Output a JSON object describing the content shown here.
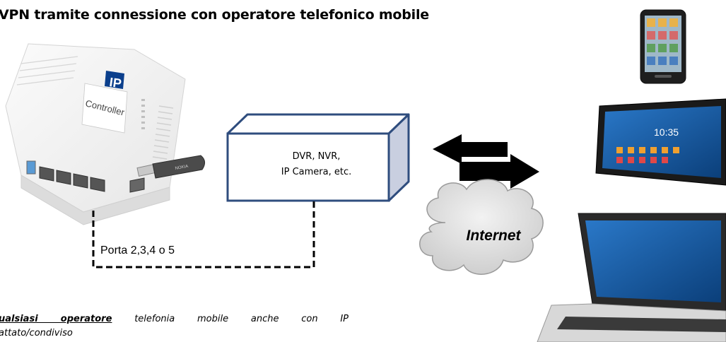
{
  "title": "VPN tramite connessione con operatore telefonico mobile",
  "router": {
    "logo_ip": "IP",
    "logo_text": "Controller",
    "dongle_brand": "NOKIA"
  },
  "server_box": {
    "line1": "DVR, NVR,",
    "line2": "IP Camera, etc."
  },
  "port_label": "Porta 2,3,4 o 5",
  "cloud_label": "Internet",
  "tablet_time": "10:35",
  "note": {
    "emphasis": "ualsiasi operatore",
    "rest_line1": "telefonia mobile anche con IP",
    "line2": "attato/condiviso"
  },
  "colors": {
    "box_border": "#2f4d7e",
    "box_side": "#c9cfe0",
    "arrow": "#000000",
    "cloud": "#d3d3d3",
    "logo_blue": "#0b3f8c"
  }
}
